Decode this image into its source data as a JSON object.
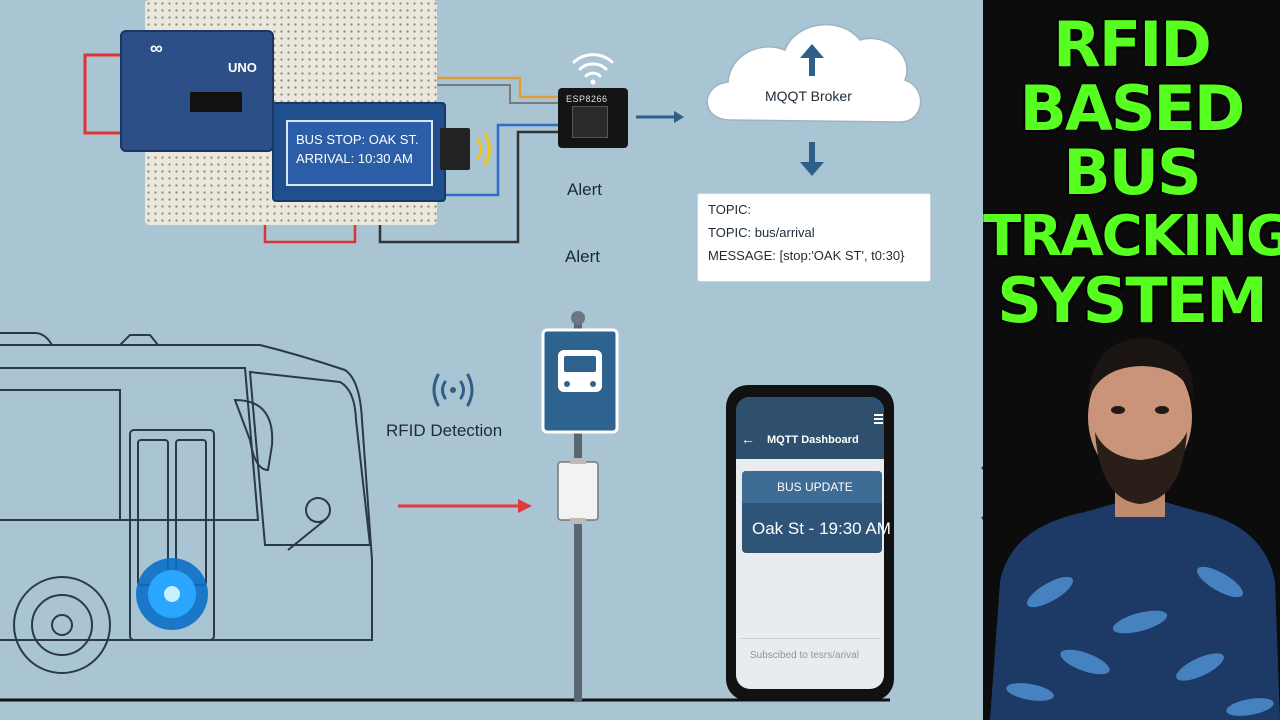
{
  "title": {
    "lines": [
      "RFID",
      "BASED",
      "BUS",
      "TRACKING",
      "SYSTEM"
    ],
    "color": "#56ff1f"
  },
  "hardware": {
    "arduino_logo": "∞",
    "arduino_label": "UNO",
    "lcd_line1": "BUS STOP: OAK ST.",
    "lcd_line2": "ARRIVAL: 10:30 AM",
    "esp_label": "ESP8266"
  },
  "alerts": {
    "alert1": "Alert",
    "alert2": "Alert"
  },
  "broker": {
    "label": "MQQT Broker"
  },
  "topic_box": {
    "line1": "TOPIC:",
    "line2": "TOPIC: bus/arrival",
    "line3": "MESSAGE: [stop:'OAK ST', t0:30}"
  },
  "rfid": {
    "label": "RFID Detection"
  },
  "phone": {
    "dashboard_title": "MQTT Dashboard",
    "back_icon": "←",
    "card_title": "BUS UPDATE",
    "card_value": "Oak St - 19:30 AM",
    "footer": "Subscibed to tesrs/arival"
  },
  "colors": {
    "background": "#a9c4d3",
    "phone_header": "#2e4f6d",
    "card": "#2e5477",
    "arrow_red": "#e03a3a",
    "arrow_blue": "#2d5f88"
  }
}
